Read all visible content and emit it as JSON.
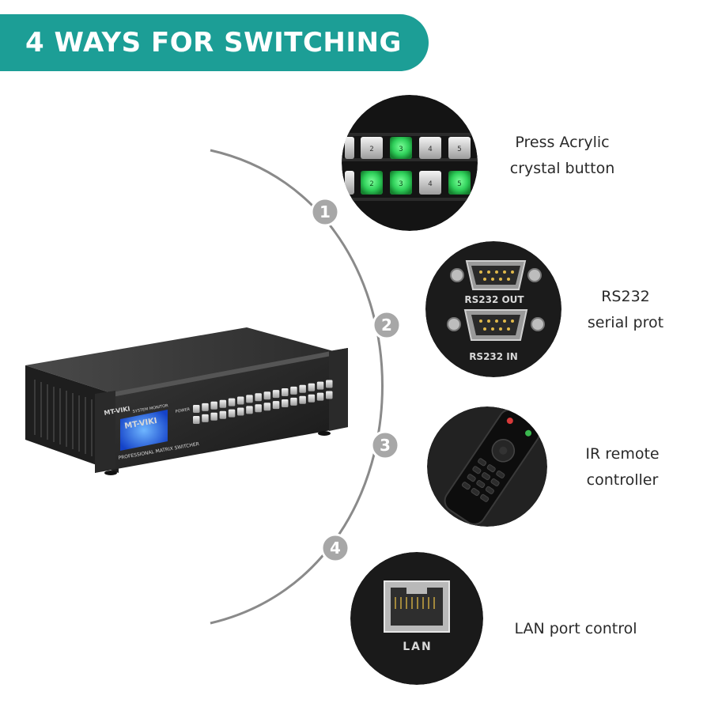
{
  "banner": {
    "title": "4 WAYS FOR SWITCHING"
  },
  "device": {
    "brand": "MT-VIKI",
    "system_monitor": "SYSTEM MONITOR",
    "model_text": "PROFESSIONAL MATRIX SWITCHER",
    "power_label": "POWER"
  },
  "methods": [
    {
      "number": "1",
      "label_line1": "Press Acrylic",
      "label_line2": "crystal button",
      "icon": "acrylic-button-panel"
    },
    {
      "number": "2",
      "label_line1": "RS232",
      "label_line2": "serial prot",
      "icon": "rs232-port"
    },
    {
      "number": "3",
      "label_line1": "IR remote",
      "label_line2": "controller",
      "icon": "ir-remote"
    },
    {
      "number": "4",
      "label_line1": "LAN port control",
      "label_line2": "",
      "icon": "lan-port"
    }
  ],
  "buttons_row": {
    "top": [
      "2",
      "3",
      "4",
      "5"
    ],
    "bottom": [
      "2",
      "3",
      "4",
      "5"
    ]
  },
  "rs232": {
    "out_label": "RS232 OUT",
    "in_label": "RS232 IN"
  },
  "lan": {
    "label": "LAN"
  },
  "colors": {
    "banner": "#1c9e96",
    "badge": "#a7a7a7",
    "arc": "#8a8a8a",
    "button_green": "#2fd05a"
  }
}
